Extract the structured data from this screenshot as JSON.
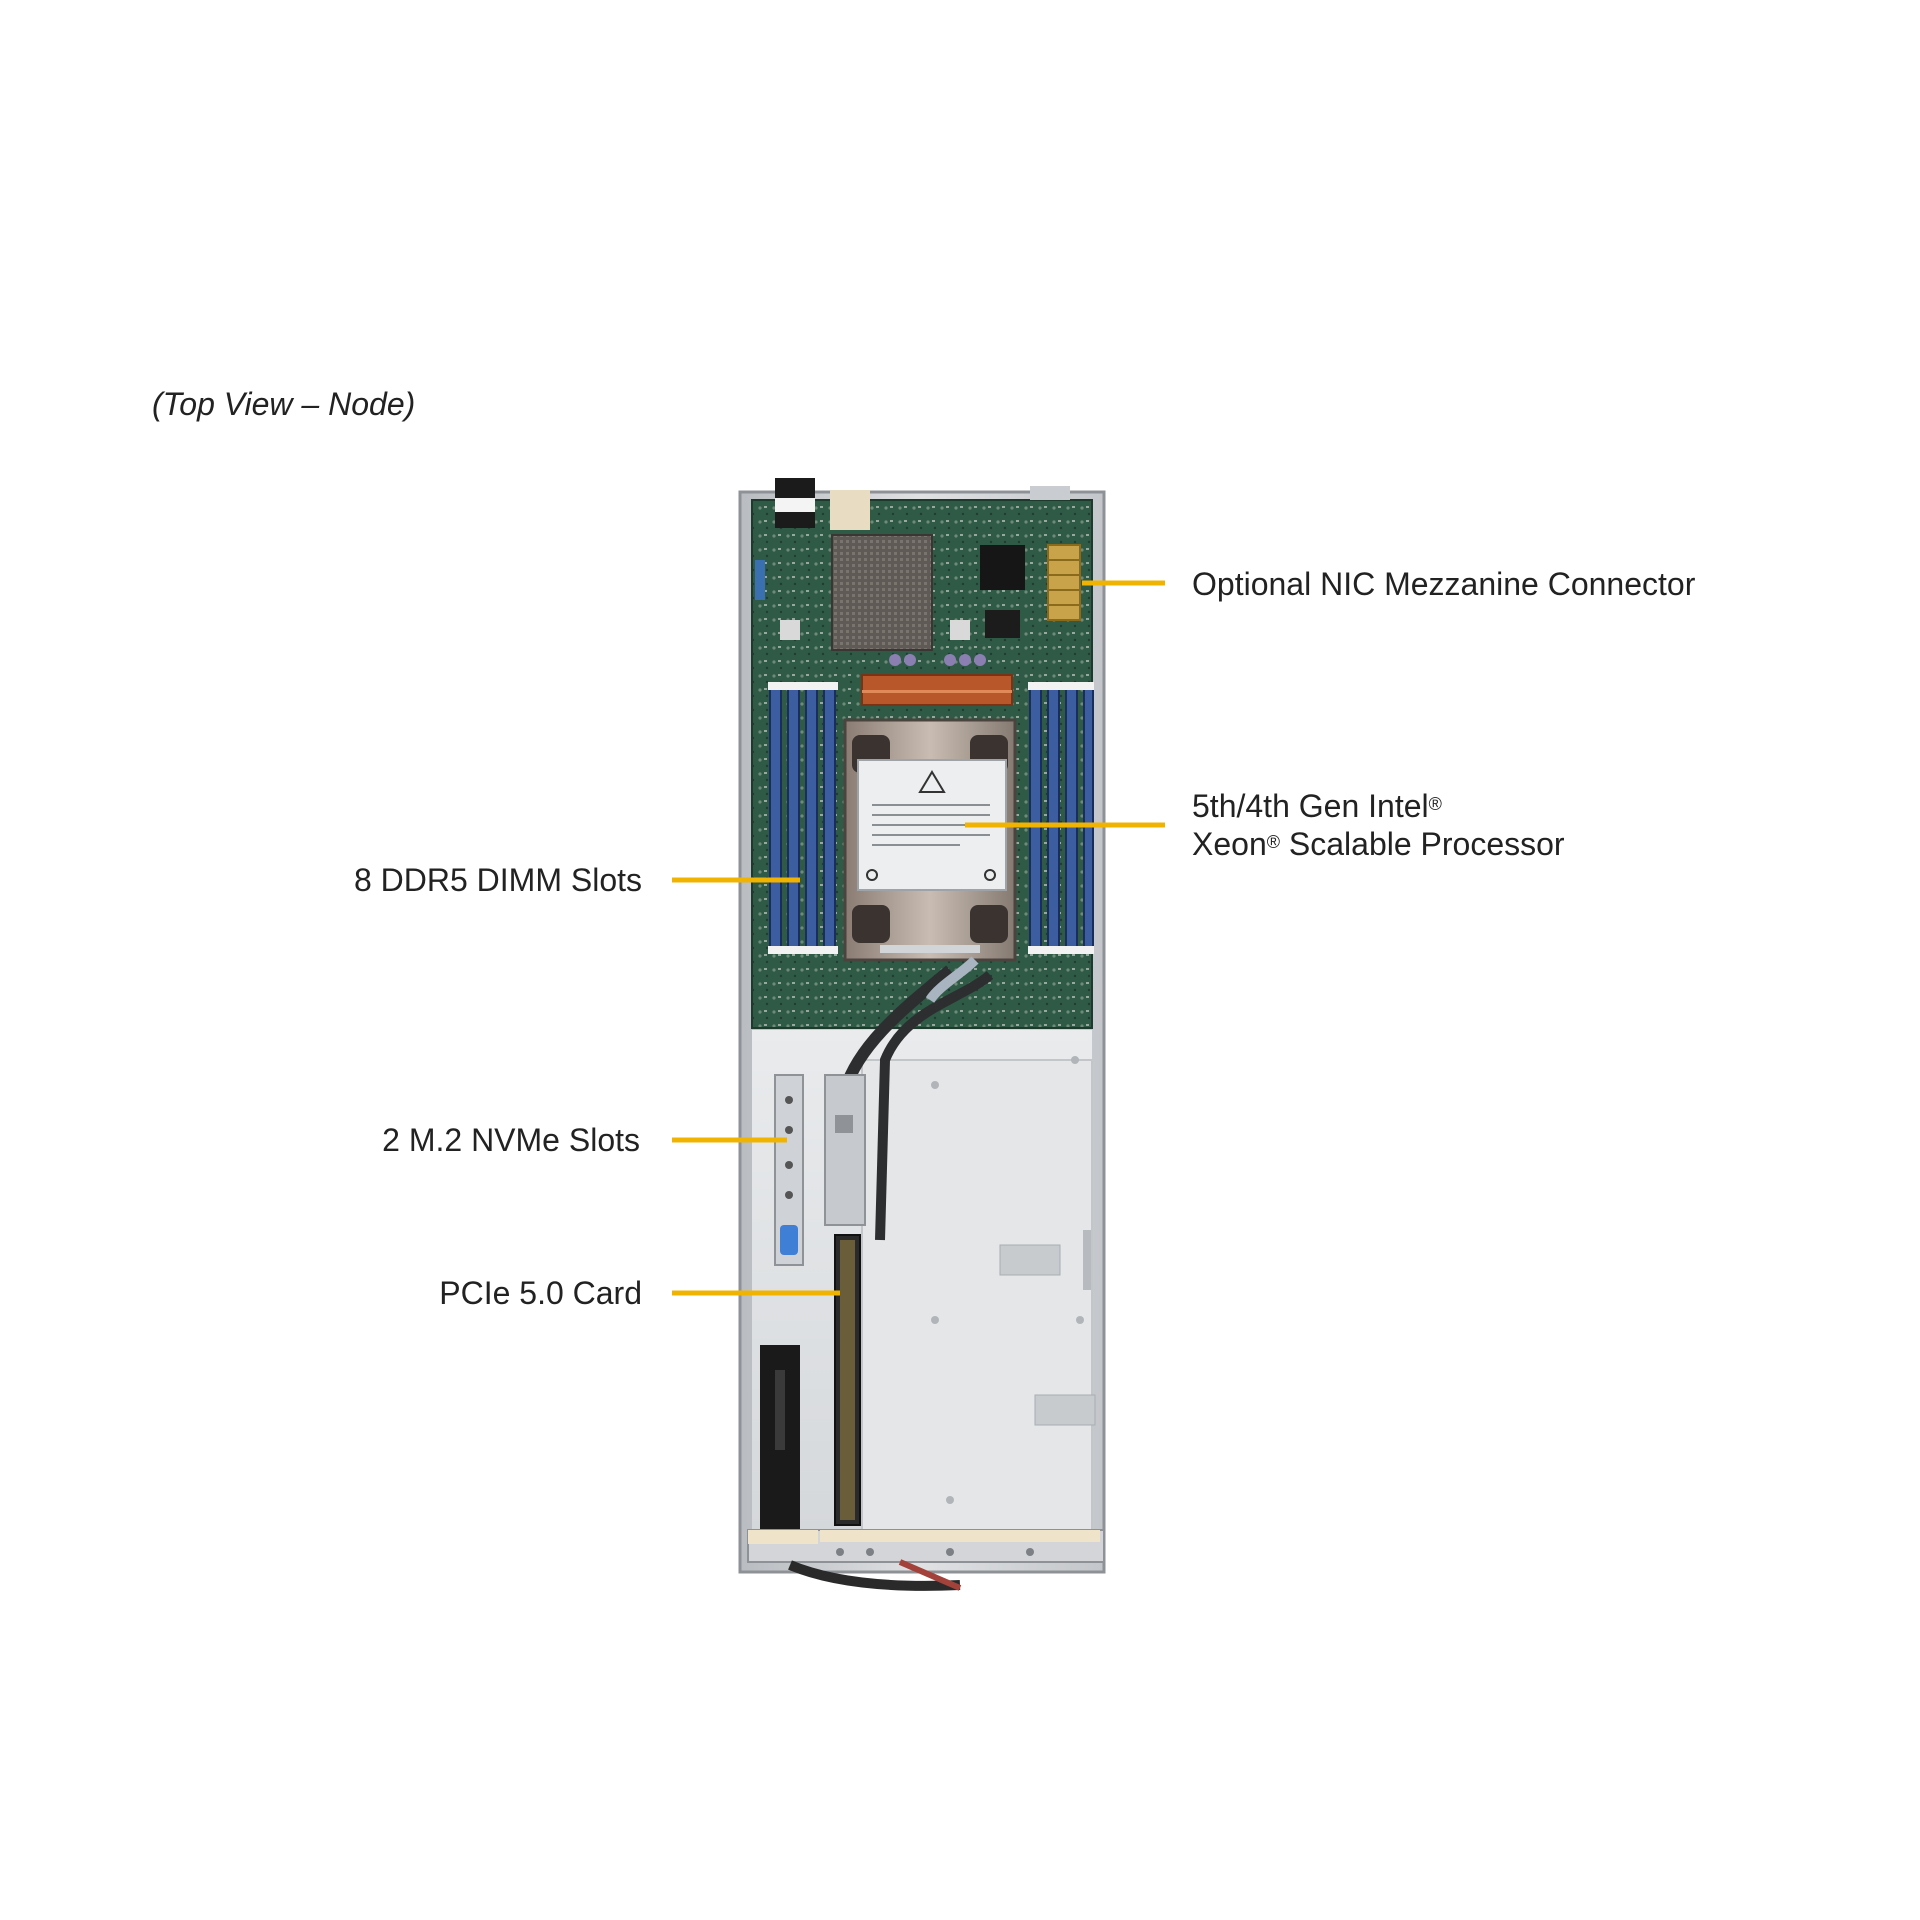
{
  "caption": "(Top View – Node)",
  "accent_color": "#f0b400",
  "callouts": {
    "nic": {
      "text": "Optional NIC Mezzanine Connector"
    },
    "cpu": {
      "line1": "5th/4th Gen Intel",
      "sup1": "®",
      "line2a": "Xeon",
      "sup2": "®",
      "line2b": " Scalable Processor"
    },
    "dimm": {
      "text": "8 DDR5 DIMM Slots"
    },
    "m2": {
      "text": "2 M.2 NVMe Slots"
    },
    "pcie": {
      "text": "PCIe 5.0 Card"
    }
  }
}
